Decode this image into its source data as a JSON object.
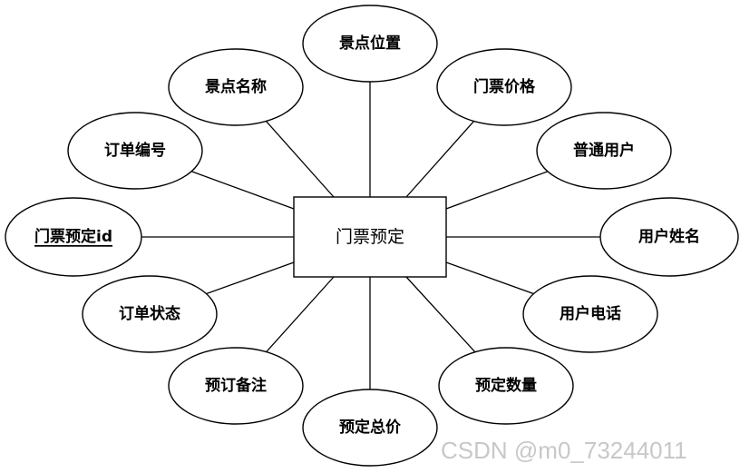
{
  "entity": {
    "label": "门票预定"
  },
  "attributes": [
    {
      "label": "景点位置",
      "key": false
    },
    {
      "label": "门票价格",
      "key": false
    },
    {
      "label": "普通用户",
      "key": false
    },
    {
      "label": "用户姓名",
      "key": false
    },
    {
      "label": "用户电话",
      "key": false
    },
    {
      "label": "预定数量",
      "key": false
    },
    {
      "label": "预定总价",
      "key": false
    },
    {
      "label": "预订备注",
      "key": false
    },
    {
      "label": "订单状态",
      "key": false
    },
    {
      "label": "门票预定id",
      "key": true
    },
    {
      "label": "订单编号",
      "key": false
    },
    {
      "label": "景点名称",
      "key": false
    }
  ],
  "watermark": "CSDN @m0_73244011"
}
